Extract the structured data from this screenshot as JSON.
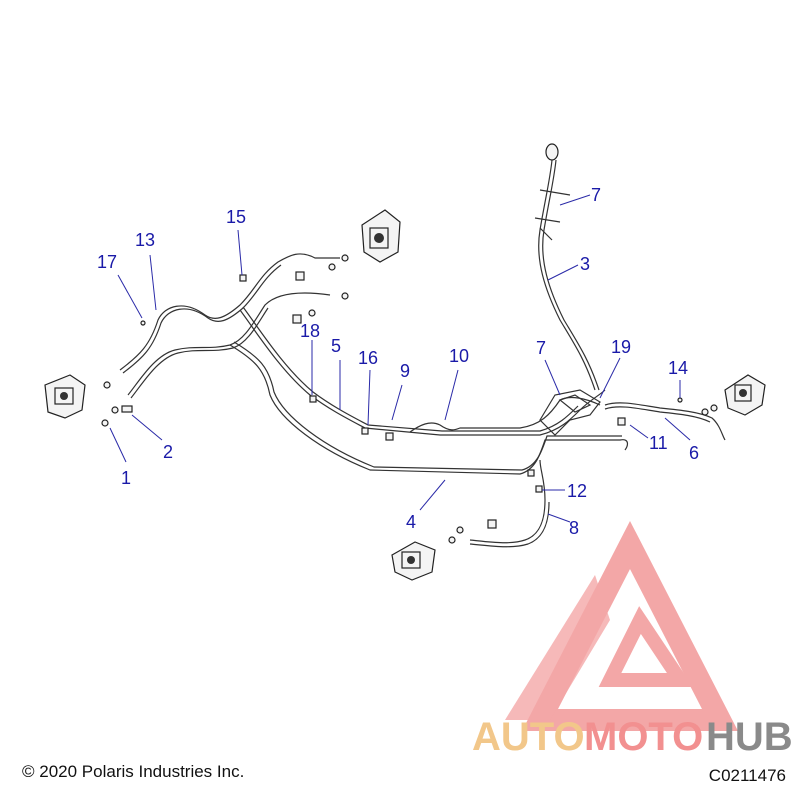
{
  "callouts": [
    {
      "label": "1"
    },
    {
      "label": "2"
    },
    {
      "label": "3"
    },
    {
      "label": "4"
    },
    {
      "label": "5"
    },
    {
      "label": "6"
    },
    {
      "label": "7"
    },
    {
      "label": "7"
    },
    {
      "label": "8"
    },
    {
      "label": "9"
    },
    {
      "label": "10"
    },
    {
      "label": "11"
    },
    {
      "label": "12"
    },
    {
      "label": "13"
    },
    {
      "label": "14"
    },
    {
      "label": "15"
    },
    {
      "label": "16"
    },
    {
      "label": "17"
    },
    {
      "label": "18"
    },
    {
      "label": "19"
    }
  ],
  "footer": {
    "copyright": "© 2020 Polaris Industries Inc.",
    "code": "C0211476"
  },
  "watermark": {
    "text_a": "AUTO",
    "text_b": "MOTO",
    "text_c": "HUB",
    "color_a": "#f2c78a",
    "color_b": "#f29090",
    "color_c": "#8a8a8a",
    "logo_color": "#f08a8a"
  }
}
